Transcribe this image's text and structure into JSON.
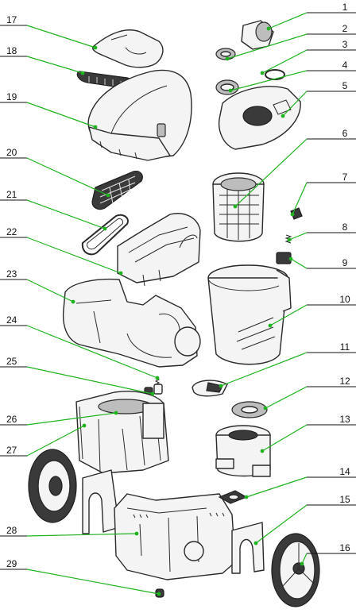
{
  "callouts": [
    {
      "id": "1",
      "label": "1",
      "side": "right"
    },
    {
      "id": "2",
      "label": "2",
      "side": "right"
    },
    {
      "id": "3",
      "label": "3",
      "side": "right"
    },
    {
      "id": "4",
      "label": "4",
      "side": "right"
    },
    {
      "id": "5",
      "label": "5",
      "side": "right"
    },
    {
      "id": "6",
      "label": "6",
      "side": "right"
    },
    {
      "id": "7",
      "label": "7",
      "side": "right"
    },
    {
      "id": "8",
      "label": "8",
      "side": "right"
    },
    {
      "id": "9",
      "label": "9",
      "side": "right"
    },
    {
      "id": "10",
      "label": "10",
      "side": "right"
    },
    {
      "id": "11",
      "label": "11",
      "side": "right"
    },
    {
      "id": "12",
      "label": "12",
      "side": "right"
    },
    {
      "id": "13",
      "label": "13",
      "side": "right"
    },
    {
      "id": "14",
      "label": "14",
      "side": "right"
    },
    {
      "id": "15",
      "label": "15",
      "side": "right"
    },
    {
      "id": "16",
      "label": "16",
      "side": "right"
    },
    {
      "id": "17",
      "label": "17",
      "side": "left"
    },
    {
      "id": "18",
      "label": "18",
      "side": "left"
    },
    {
      "id": "19",
      "label": "19",
      "side": "left"
    },
    {
      "id": "20",
      "label": "20",
      "side": "left"
    },
    {
      "id": "21",
      "label": "21",
      "side": "left"
    },
    {
      "id": "22",
      "label": "22",
      "side": "left"
    },
    {
      "id": "23",
      "label": "23",
      "side": "left"
    },
    {
      "id": "24",
      "label": "24",
      "side": "left"
    },
    {
      "id": "25",
      "label": "25",
      "side": "left"
    },
    {
      "id": "26",
      "label": "26",
      "side": "left"
    },
    {
      "id": "27",
      "label": "27",
      "side": "left"
    },
    {
      "id": "28",
      "label": "28",
      "side": "left"
    },
    {
      "id": "29",
      "label": "29",
      "side": "left"
    }
  ],
  "colors": {
    "leader": "#1fb31f",
    "outline": "#2a2a2a",
    "background": "#ffffff"
  }
}
